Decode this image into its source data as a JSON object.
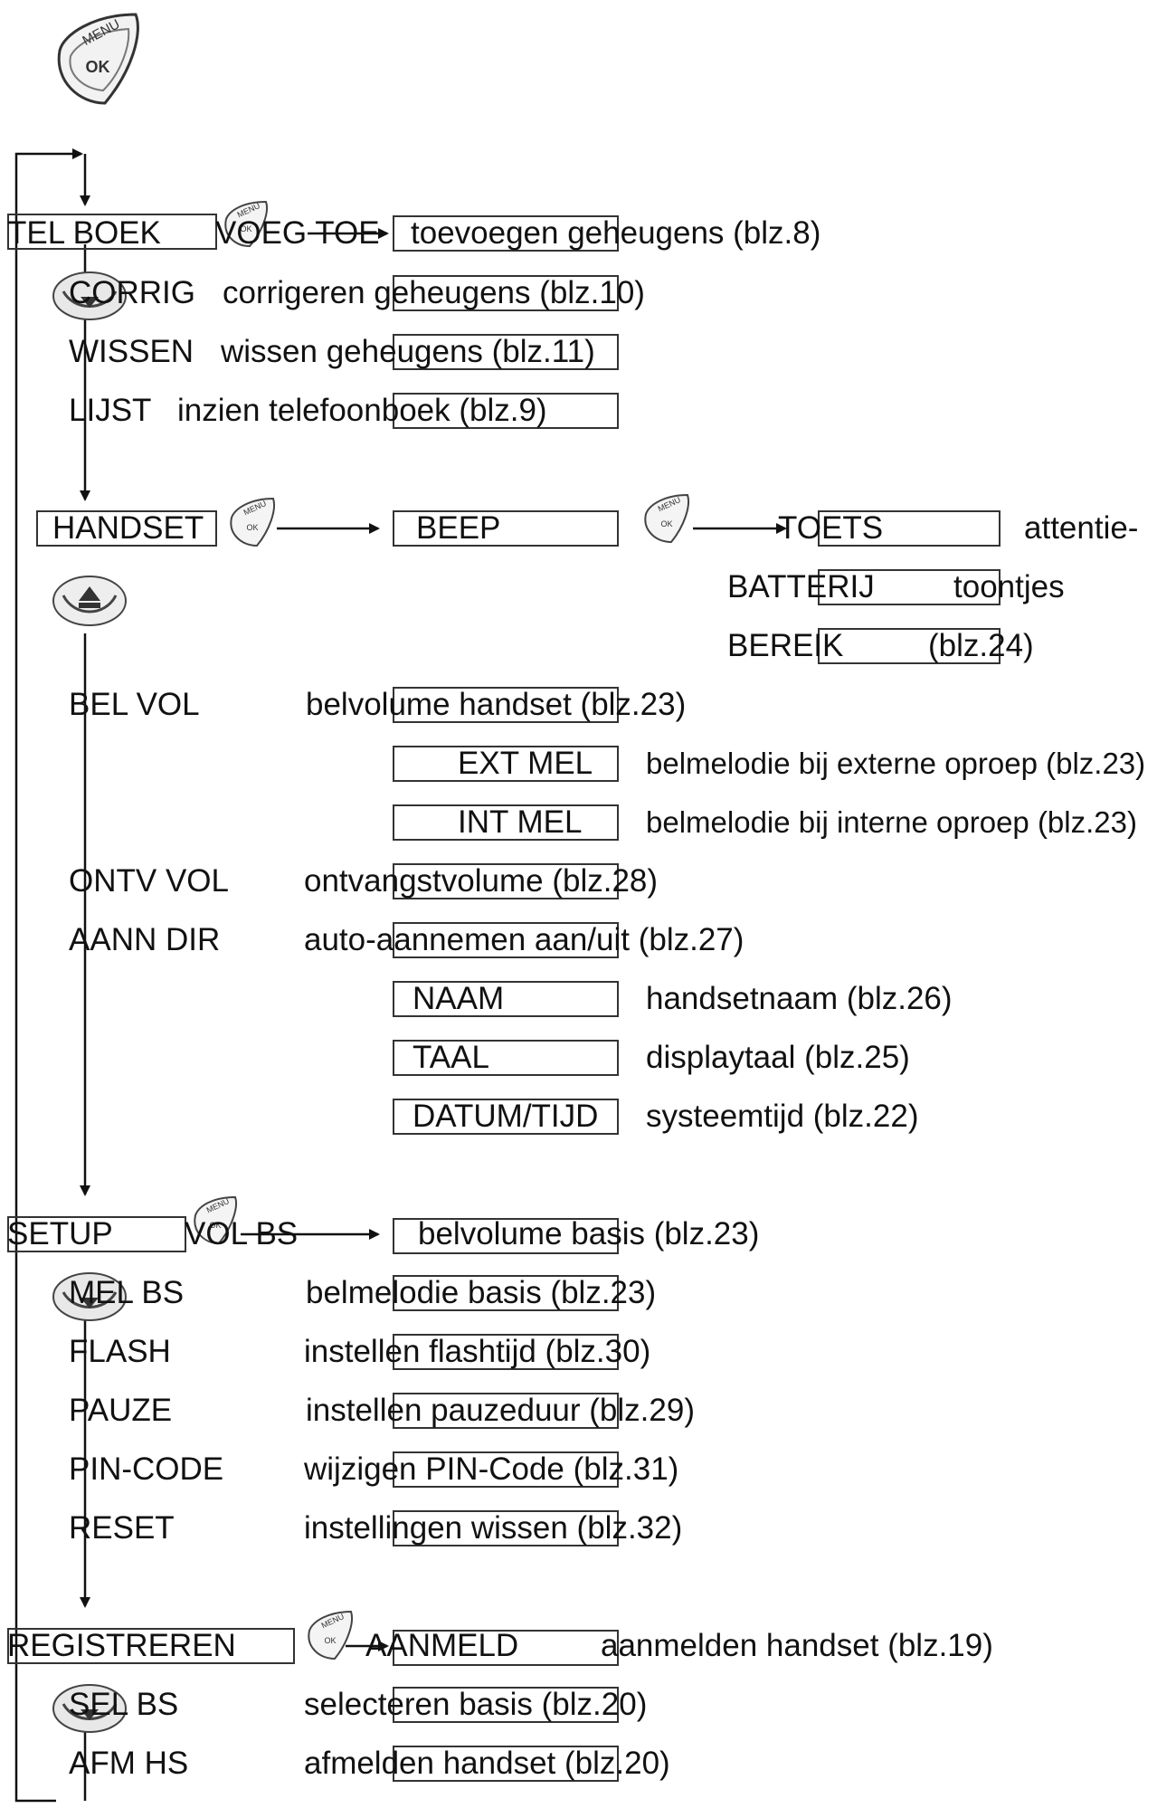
{
  "top_key": {
    "caption": "MENU",
    "label": "OK"
  },
  "key_caption": "MENU",
  "key_label": "OK",
  "tel_boek": {
    "title": "TEL BOEK",
    "items": [
      {
        "name": "VOEG TOE",
        "desc": "toevoegen geheugens (blz.8)"
      },
      {
        "name": "CORRIG",
        "desc": "corrigeren geheugens (blz.10)"
      },
      {
        "name": "WISSEN",
        "desc": "wissen geheugens (blz.11)"
      },
      {
        "name": "LIJST",
        "desc": "inzien telefoonboek (blz.9)"
      }
    ]
  },
  "handset": {
    "title": "HANDSET",
    "beep": {
      "name": "BEEP",
      "sub": [
        "TOETS",
        "BATTERIJ",
        "BEREIK"
      ],
      "desc": [
        "attentie-",
        "toontjes",
        "(blz.24)"
      ]
    },
    "items": [
      {
        "name": "BEL VOL",
        "desc": "belvolume handset (blz.23)"
      },
      {
        "name": "EXT MEL",
        "desc": "belmelodie bij externe oproep (blz.23)"
      },
      {
        "name": "INT MEL",
        "desc": "belmelodie bij interne oproep (blz.23)"
      },
      {
        "name": "ONTV VOL",
        "desc": "ontvangstvolume (blz.28)"
      },
      {
        "name": "AANN DIR",
        "desc": "auto-aannemen aan/uit (blz.27)"
      },
      {
        "name": "NAAM",
        "desc": "handsetnaam (blz.26)"
      },
      {
        "name": "TAAL",
        "desc": "displaytaal (blz.25)"
      },
      {
        "name": "DATUM/TIJD",
        "desc": "systeemtijd (blz.22)"
      }
    ]
  },
  "setup": {
    "title": "SETUP",
    "items": [
      {
        "name": "VOL BS",
        "desc": "belvolume basis (blz.23)"
      },
      {
        "name": "MEL BS",
        "desc": "belmelodie basis (blz.23)"
      },
      {
        "name": "FLASH",
        "desc": "instellen flashtijd (blz.30)"
      },
      {
        "name": "PAUZE",
        "desc": "instellen pauzeduur (blz.29)"
      },
      {
        "name": "PIN-CODE",
        "desc": "wijzigen PIN-Code (blz.31)"
      },
      {
        "name": "RESET",
        "desc": "instellingen wissen (blz.32)"
      }
    ]
  },
  "registreren": {
    "title": "REGISTREREN",
    "items": [
      {
        "name": "AANMELD",
        "desc": "aanmelden handset (blz.19)"
      },
      {
        "name": "SEL BS",
        "desc": "selecteren basis (blz.20)"
      },
      {
        "name": "AFM HS",
        "desc": "afmelden handset (blz.20)"
      }
    ]
  }
}
